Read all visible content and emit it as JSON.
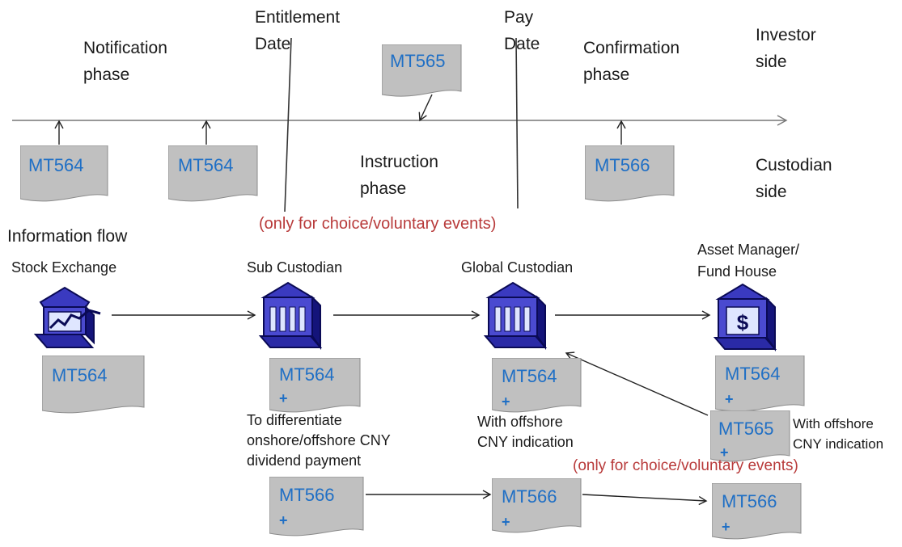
{
  "timeline": {
    "entitlement_date": "Entitlement\nDate",
    "pay_date": "Pay\nDate",
    "notification_phase": "Notification\nphase",
    "confirmation_phase": "Confirmation\nphase",
    "instruction_phase": "Instruction\nphase",
    "investor_side": "Investor\nside",
    "custodian_side": "Custodian\nside",
    "choice_note": "(only for choice/voluntary events)",
    "msg_mt565": "MT565",
    "msg_mt564_a": "MT564",
    "msg_mt564_b": "MT564",
    "msg_mt566": "MT566"
  },
  "flow": {
    "title": "Information flow",
    "stock_exchange": "Stock Exchange",
    "sub_custodian": "Sub Custodian",
    "global_custodian": "Global Custodian",
    "asset_manager": "Asset Manager/\nFund House",
    "se_mt564": "MT564",
    "sub_mt564": "MT564",
    "sub_plus": "+",
    "sub_note": "To differentiate\nonshore/offshore CNY\ndividend payment",
    "sub_mt566": "MT566",
    "sub_mt566_plus": "+",
    "gc_mt564": "MT564",
    "gc_plus": "+",
    "gc_note": "With offshore\nCNY indication",
    "gc_mt566": "MT566",
    "gc_mt566_plus": "+",
    "am_mt564": "MT564",
    "am_plus": "+",
    "am_mt565": "MT565",
    "am_mt565_plus": "+",
    "am_note": "With offshore\nCNY indication",
    "am_choice_note": "(only for choice/voluntary events)",
    "am_mt566": "MT566",
    "am_mt566_plus": "+",
    "dollar_sign": "$"
  },
  "colors": {
    "doc_fill": "#c0c0c0",
    "code_text": "#1f6fc5",
    "note_red": "#b83a3a",
    "icon_blue": "#2a2aa6",
    "icon_dark": "#0a0a55"
  }
}
